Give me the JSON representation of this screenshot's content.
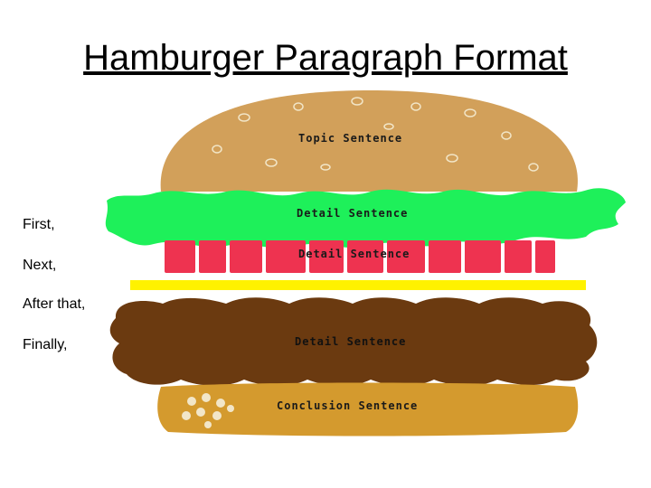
{
  "title": "Hamburger Paragraph Format",
  "transitions": [
    "First,",
    "Next,",
    "After that,",
    "Finally,"
  ],
  "layers": {
    "top_bun": "Topic Sentence",
    "lettuce": "Detail Sentence",
    "tomato": "Detail Sentence",
    "patty": "Detail Sentence",
    "bottom_bun": "Conclusion Sentence"
  },
  "colors": {
    "bun": "#D2A05A",
    "bun_bottom": "#D49A2E",
    "lettuce": "#1EF05A",
    "tomato": "#EE3350",
    "cheese": "#FFF200",
    "patty": "#6B3A10",
    "sesame": "#F2E6C8"
  }
}
